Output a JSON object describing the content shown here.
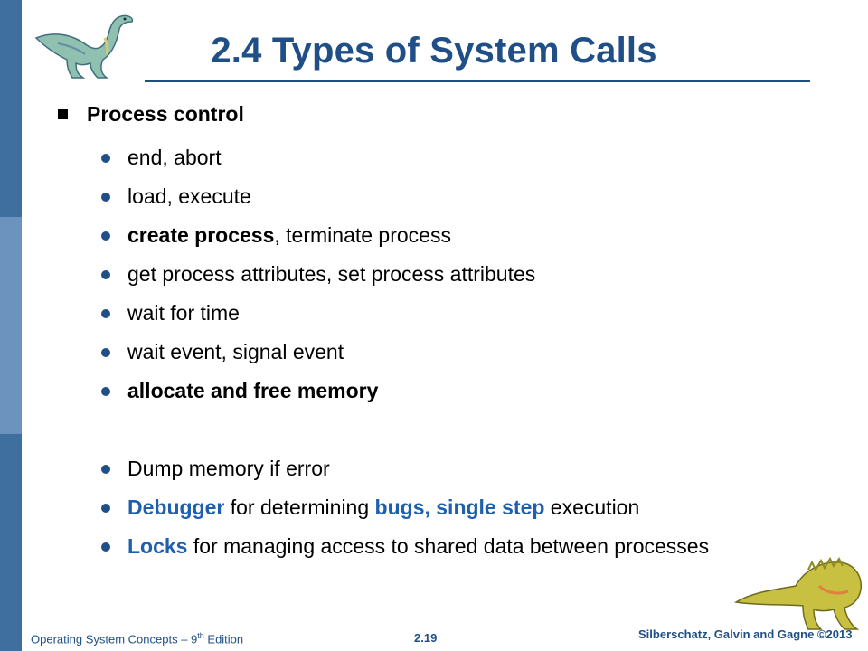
{
  "slide": {
    "title": "2.4 Types of System Calls",
    "section": "Process control",
    "items": [
      {
        "parts": [
          {
            "text": "end, abort"
          }
        ]
      },
      {
        "parts": [
          {
            "text": "load, execute"
          }
        ]
      },
      {
        "parts": [
          {
            "text": "create process",
            "style": "bold"
          },
          {
            "text": ", terminate process"
          }
        ]
      },
      {
        "parts": [
          {
            "text": "get process attributes, set process attributes"
          }
        ]
      },
      {
        "parts": [
          {
            "text": "wait for time"
          }
        ]
      },
      {
        "parts": [
          {
            "text": "wait event, signal event"
          }
        ]
      },
      {
        "parts": [
          {
            "text": "allocate and free memory",
            "style": "bold"
          }
        ]
      },
      {
        "gap": true,
        "parts": [
          {
            "text": "Dump memory if error"
          }
        ]
      },
      {
        "parts": [
          {
            "text": "Debugger",
            "style": "blue"
          },
          {
            "text": " for determining "
          },
          {
            "text": "bugs, single step",
            "style": "blue"
          },
          {
            "text": " execution"
          }
        ]
      },
      {
        "parts": [
          {
            "text": "Locks",
            "style": "blue"
          },
          {
            "text": " for managing access to shared data between processes"
          }
        ]
      }
    ]
  },
  "footer": {
    "book": "Operating System Concepts – 9",
    "edition_sup": "th",
    "edition_rest": " Edition",
    "page": "2.19",
    "copyright": "Silberschatz, Galvin and Gagne ©2013"
  },
  "colors": {
    "title": "#1f4f86",
    "highlight": "#1f5fae",
    "sidebar": "#3f6f9f"
  },
  "icons": {
    "top_left": "dinosaur-icon",
    "bottom_right": "dinosaur-icon"
  }
}
